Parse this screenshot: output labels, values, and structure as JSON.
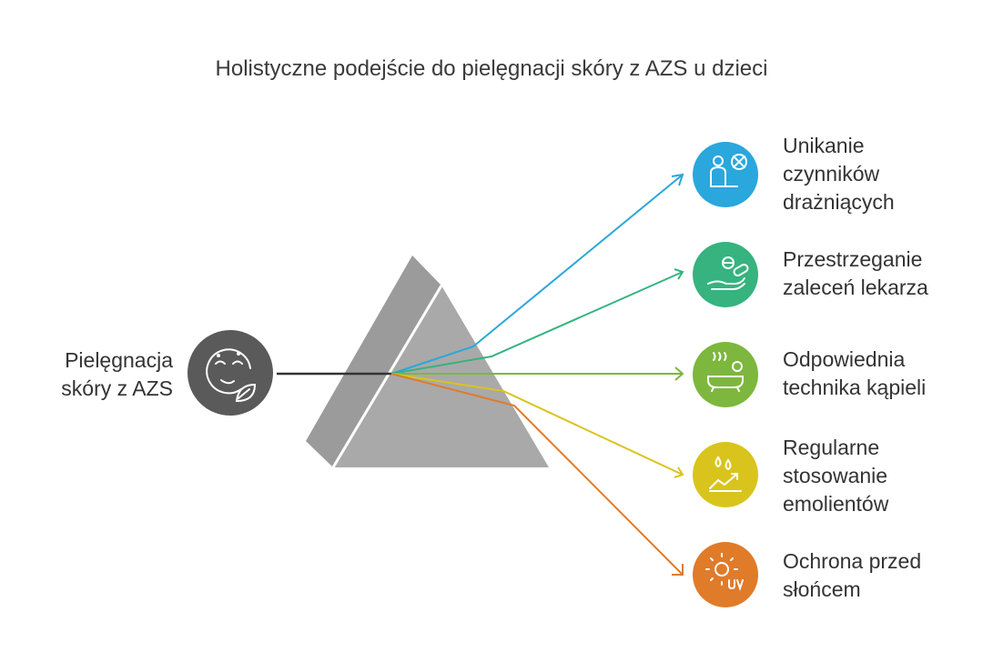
{
  "title": "Holistyczne podejście do pielęgnacji skóry z AZS u dzieci",
  "source": {
    "label_line1": "Pielęgnacja",
    "label_line2": "skóry z AZS",
    "icon": "face-leaf-icon",
    "color": "#5a5a5a"
  },
  "prism_color": "#a9a9a9",
  "outputs": [
    {
      "line1": "Unikanie",
      "line2": "czynników",
      "line3": "drażniących",
      "icon": "person-no-allergen-icon",
      "color": "#2aa7dc"
    },
    {
      "line1": "Przestrzeganie",
      "line2": "zaleceń lekarza",
      "line3": "",
      "icon": "hand-pills-icon",
      "color": "#36b37e"
    },
    {
      "line1": "Odpowiednia",
      "line2": "technika kąpieli",
      "line3": "",
      "icon": "bathtub-icon",
      "color": "#7db73e"
    },
    {
      "line1": "Regularne",
      "line2": "stosowanie",
      "line3": "emolientów",
      "icon": "drops-trend-icon",
      "color": "#d9c41d"
    },
    {
      "line1": "Ochrona przed",
      "line2": "słońcem",
      "line3": "",
      "icon": "sun-uv-icon",
      "color": "#e07b2a"
    }
  ]
}
